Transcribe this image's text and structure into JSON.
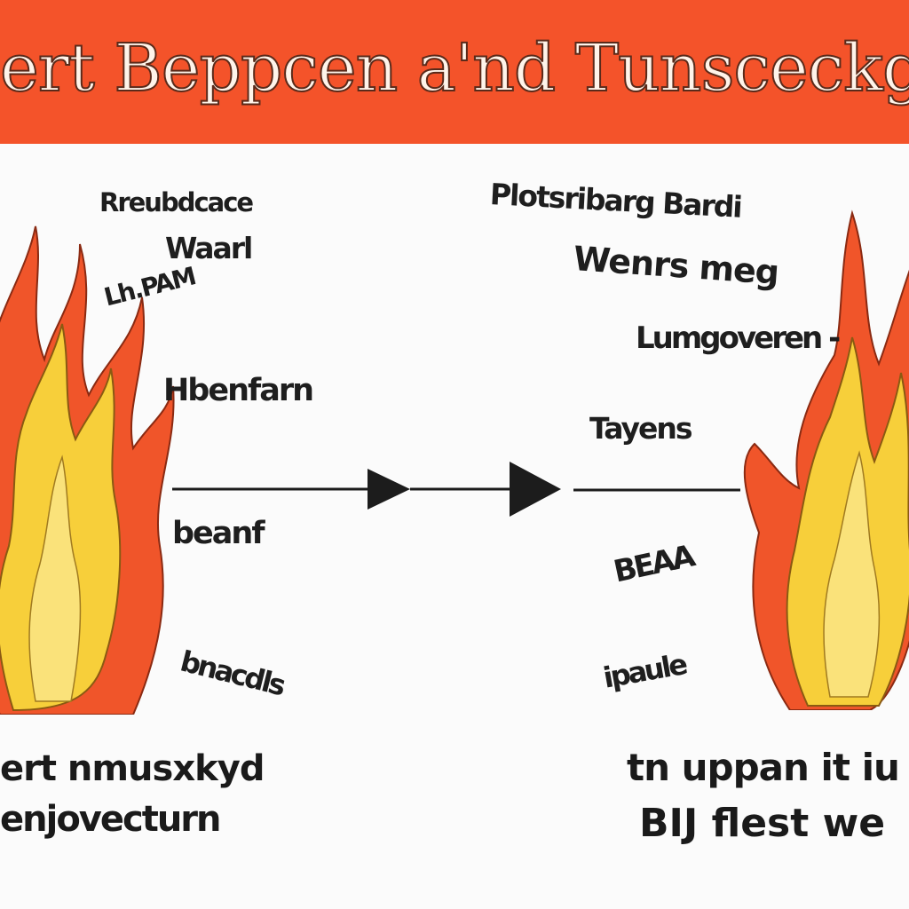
{
  "header": {
    "title": "ert Beppcen a'nd Tunsceckgr",
    "band_color": "#f4532a"
  },
  "left_labels": [
    "Rreubdcace",
    "Waarl",
    "Lh.PAM",
    "Hbenfarn",
    "beanf",
    "bnacdls"
  ],
  "right_labels": [
    "Plotsribarg Bardi",
    "Wenrs meg",
    "Lumgoveren -",
    "Tayens",
    "BEAA",
    "ipaule"
  ],
  "captions": {
    "left_line1": "ert nmusxkyd",
    "left_line2": "enjovecturn",
    "right_line1": "tn uppan it iu",
    "right_line2": "BIJ flest we"
  },
  "icons": {
    "left": "flame-icon",
    "right": "flame-icon"
  },
  "colors": {
    "flame_outer": "#f0552a",
    "flame_inner": "#f7cf3a",
    "arrow": "#1c1c1c"
  }
}
